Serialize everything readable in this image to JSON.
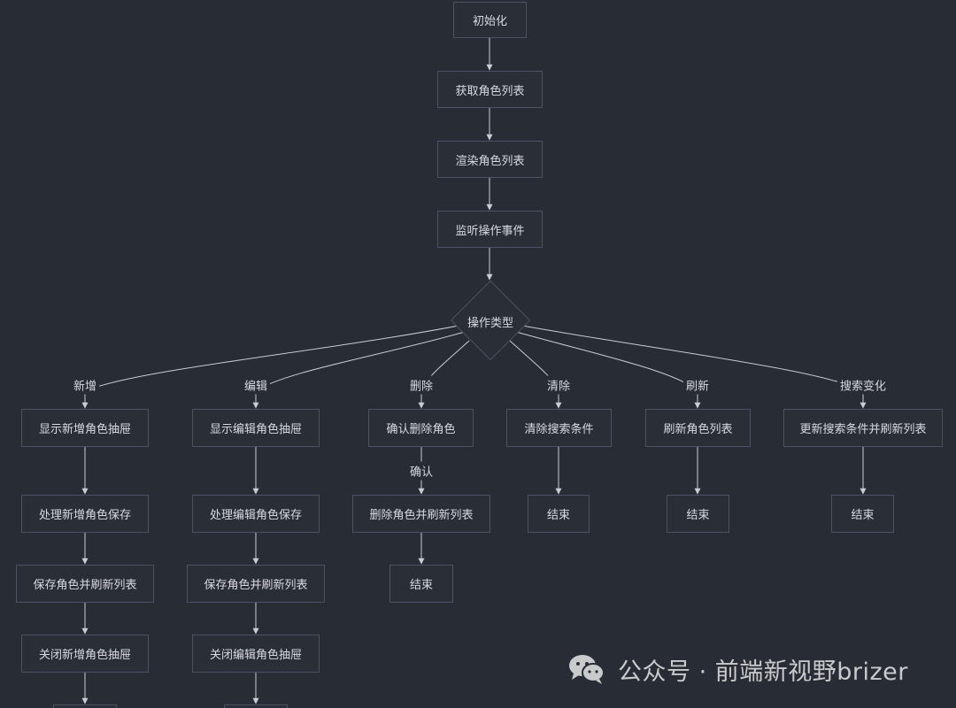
{
  "flowchart": {
    "nodes": {
      "init": "初始化",
      "get_roles": "获取角色列表",
      "render_roles": "渲染角色列表",
      "listen_events": "监听操作事件",
      "op_type": "操作类型",
      "show_add_drawer": "显示新增角色抽屉",
      "handle_add_save": "处理新增角色保存",
      "save_refresh_add": "保存角色并刷新列表",
      "close_add_drawer": "关闭新增角色抽屉",
      "show_edit_drawer": "显示编辑角色抽屉",
      "handle_edit_save": "处理编辑角色保存",
      "save_refresh_edit": "保存角色并刷新列表",
      "close_edit_drawer": "关闭编辑角色抽屉",
      "confirm_delete": "确认删除角色",
      "delete_refresh": "删除角色并刷新列表",
      "end_delete": "结束",
      "clear_search": "清除搜索条件",
      "end_clear": "结束",
      "refresh_roles": "刷新角色列表",
      "end_refresh": "结束",
      "update_search": "更新搜索条件并刷新列表",
      "end_search": "结束"
    },
    "edge_labels": {
      "add": "新增",
      "edit": "编辑",
      "delete": "删除",
      "clear": "清除",
      "refresh": "刷新",
      "search": "搜索变化",
      "confirm": "确认"
    }
  },
  "watermark": {
    "text": "公众号 · 前端新视野brizer",
    "icon": "wechat-icon"
  }
}
